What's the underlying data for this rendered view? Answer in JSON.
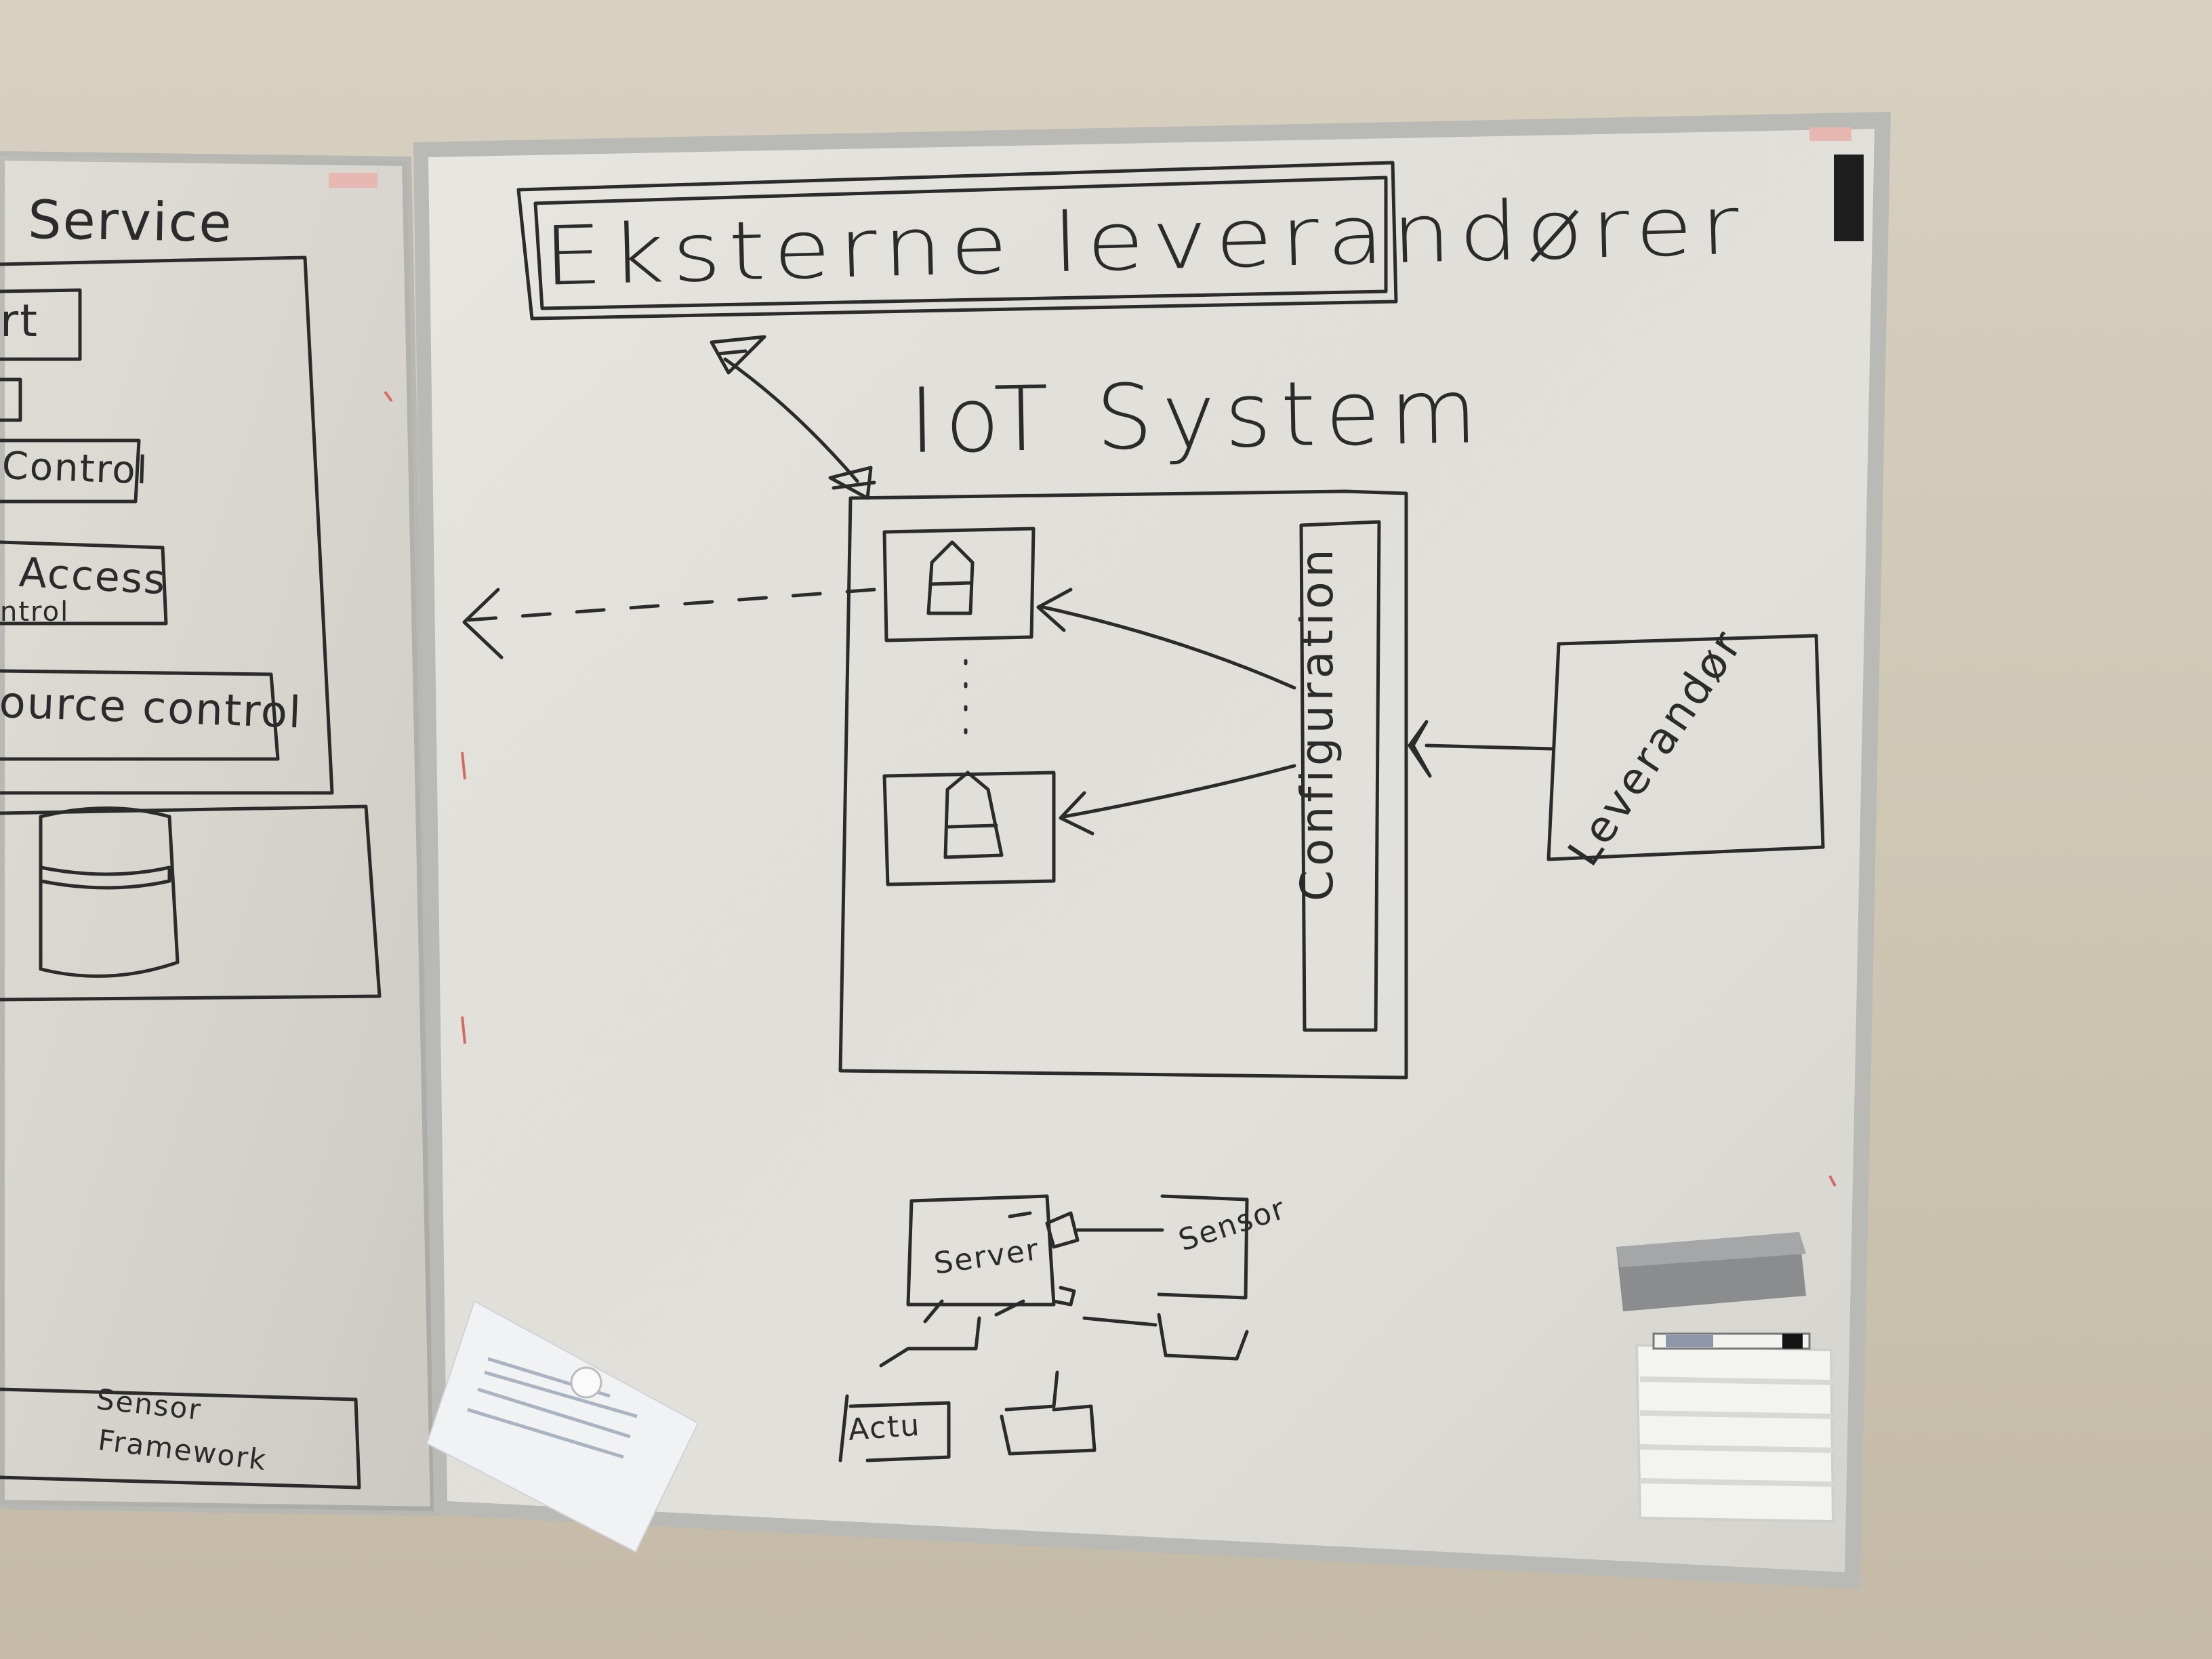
{
  "photo": {
    "main_board": {
      "title": "Eksterne leverandører",
      "system_label": "IoT System",
      "config_label": "Configuration",
      "supplier_label": "Leverandør",
      "sketch_labels": [
        "Server",
        "Sensor",
        "Actu"
      ]
    },
    "left_board": {
      "title": "Service",
      "labels": [
        "rt",
        "Control",
        "Access",
        "ntrol",
        "ource control",
        "Sensor",
        "Framework"
      ]
    },
    "colors": {
      "wall": "#d3cab9",
      "board_surface": "#e6e4de",
      "marker_ink": "#2b2b2b",
      "frame": "#b9b9b6"
    },
    "objects": [
      "eraser-icon",
      "marker-icon",
      "marker-tray-icon",
      "pinned-note-icon",
      "magnet-icon"
    ]
  }
}
